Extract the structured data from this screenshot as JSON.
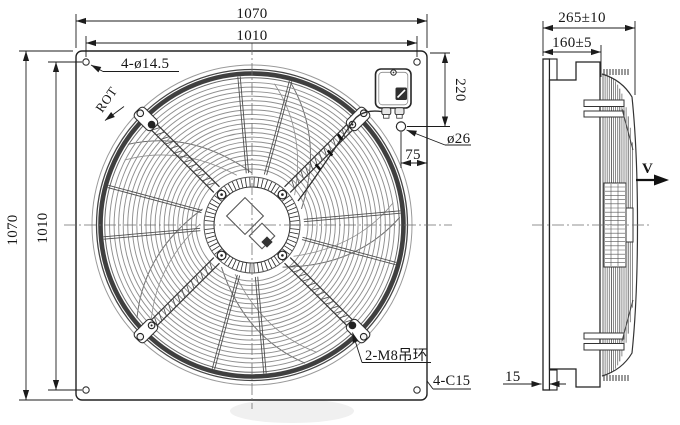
{
  "front_view": {
    "dim_top_outer": "1070",
    "dim_top_holes": "1010",
    "dim_left_outer": "1070",
    "dim_left_holes": "1010",
    "corner_holes_label": "4-ø14.5",
    "rotation_label": "ROT",
    "gland_height_dim": "220",
    "cable_hole_dia_label": "ø26",
    "cable_hole_edge_dim": "75",
    "lifting_ring_label": "2-M8吊环",
    "corner_chamfer_label": "4-C15"
  },
  "side_view": {
    "dim_depth_overall": "265±10",
    "dim_depth_casing": "160±5",
    "dim_plate_thickness": "15",
    "airflow_label": "V"
  },
  "colors": {
    "line": "#1c1c1c",
    "grille": "#7d7d7d",
    "rim_band": "#3f3f3f",
    "background": "#ffffff"
  }
}
